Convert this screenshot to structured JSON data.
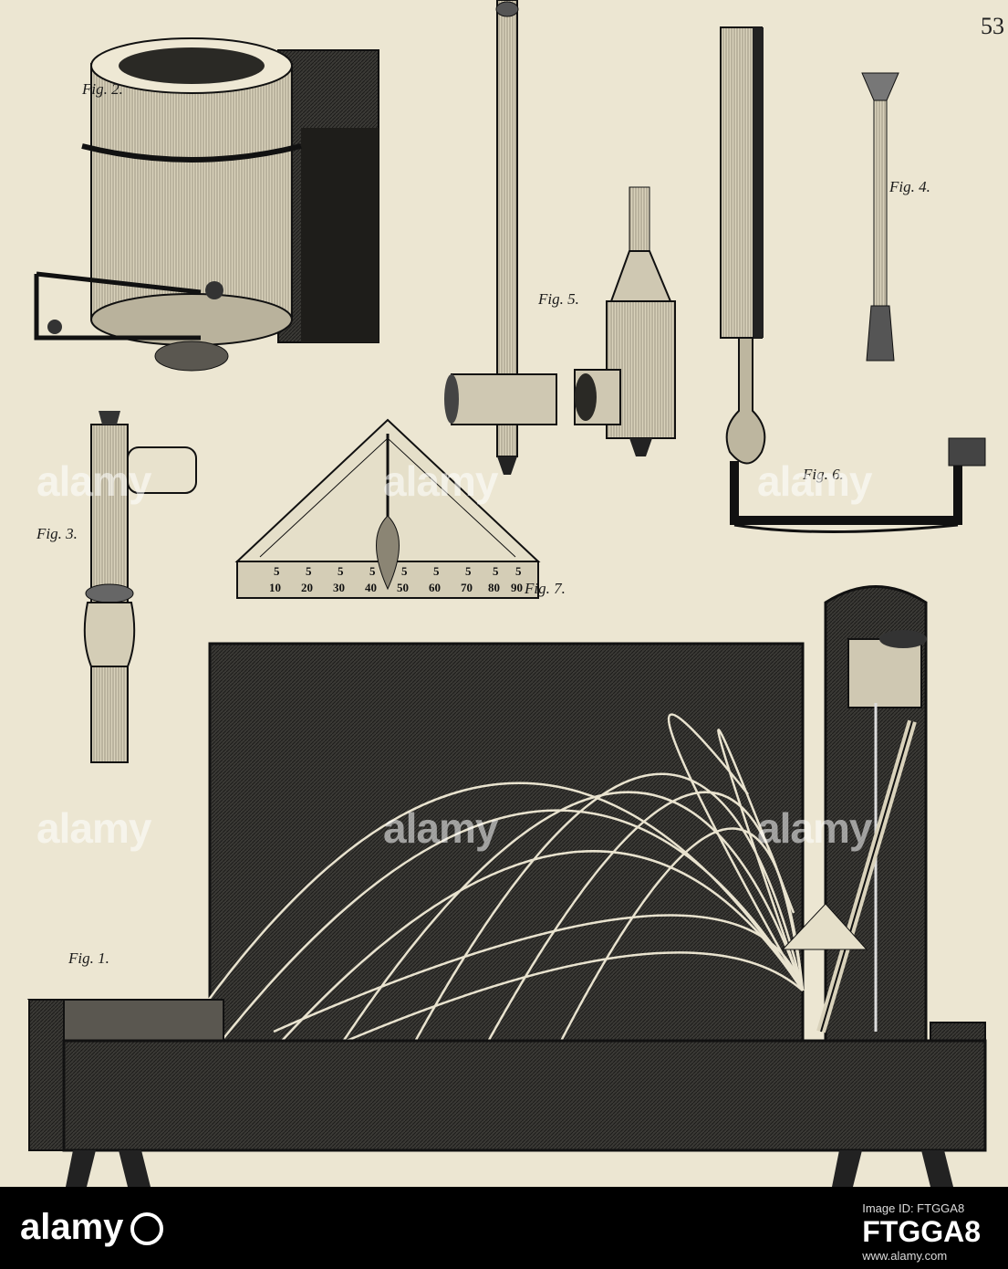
{
  "plate": {
    "page_number": "53",
    "figures": [
      "Fig. 1.",
      "Fig. 2.",
      "Fig. 3.",
      "Fig. 4.",
      "Fig. 5.",
      "Fig. 6.",
      "Fig. 7."
    ],
    "quadrant_scale": {
      "outer": [
        "5",
        "5",
        "5",
        "5",
        "5",
        "5",
        "5",
        "5",
        "5"
      ],
      "inner": [
        "10",
        "20",
        "30",
        "40",
        "50",
        "60",
        "70",
        "80",
        "90"
      ]
    }
  },
  "watermark": "alamy",
  "footer": {
    "logo_text": "alamy",
    "image_id_label": "Image ID: FTGGA8",
    "image_id": "FTGGA8",
    "url": "www.alamy.com"
  }
}
